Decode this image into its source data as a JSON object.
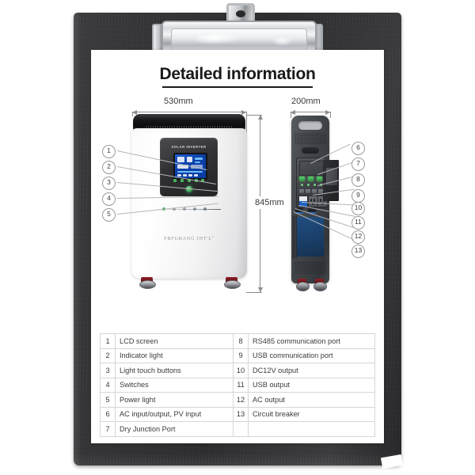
{
  "page": {
    "title": "Detailed information"
  },
  "dimensions": {
    "front_width": "530mm",
    "side_width": "200mm",
    "height": "845mm"
  },
  "front_unit": {
    "panel_brand": "SOLAR INVERTER",
    "brand": "FBFUBANG  INT'L˝"
  },
  "callouts": {
    "left": [
      "1",
      "2",
      "3",
      "4",
      "5"
    ],
    "right": [
      "6",
      "7",
      "8",
      "9",
      "10",
      "11",
      "12",
      "13"
    ]
  },
  "spec_table": {
    "rows": [
      {
        "n1": "1",
        "l1": "LCD screen",
        "n2": "8",
        "l2": "RS485 communication port"
      },
      {
        "n1": "2",
        "l1": "Indicator light",
        "n2": "9",
        "l2": "USB communication port"
      },
      {
        "n1": "3",
        "l1": "Light touch buttons",
        "n2": "10",
        "l2": "DC12V output"
      },
      {
        "n1": "4",
        "l1": "Switches",
        "n2": "11",
        "l2": "USB output"
      },
      {
        "n1": "5",
        "l1": "Power light",
        "n2": "12",
        "l2": "AC output"
      },
      {
        "n1": "6",
        "l1": "AC input/output, PV input",
        "n2": "13",
        "l2": "Circuit breaker"
      },
      {
        "n1": "7",
        "l1": "Dry Junction Port",
        "n2": "",
        "l2": ""
      }
    ]
  },
  "colors": {
    "board": "#343436",
    "paper": "#ffffff",
    "title": "#1a1a1a",
    "table_border": "#d6d6d6",
    "lcd_blue": "#0b3fa8",
    "led_green": "#49b25a"
  }
}
